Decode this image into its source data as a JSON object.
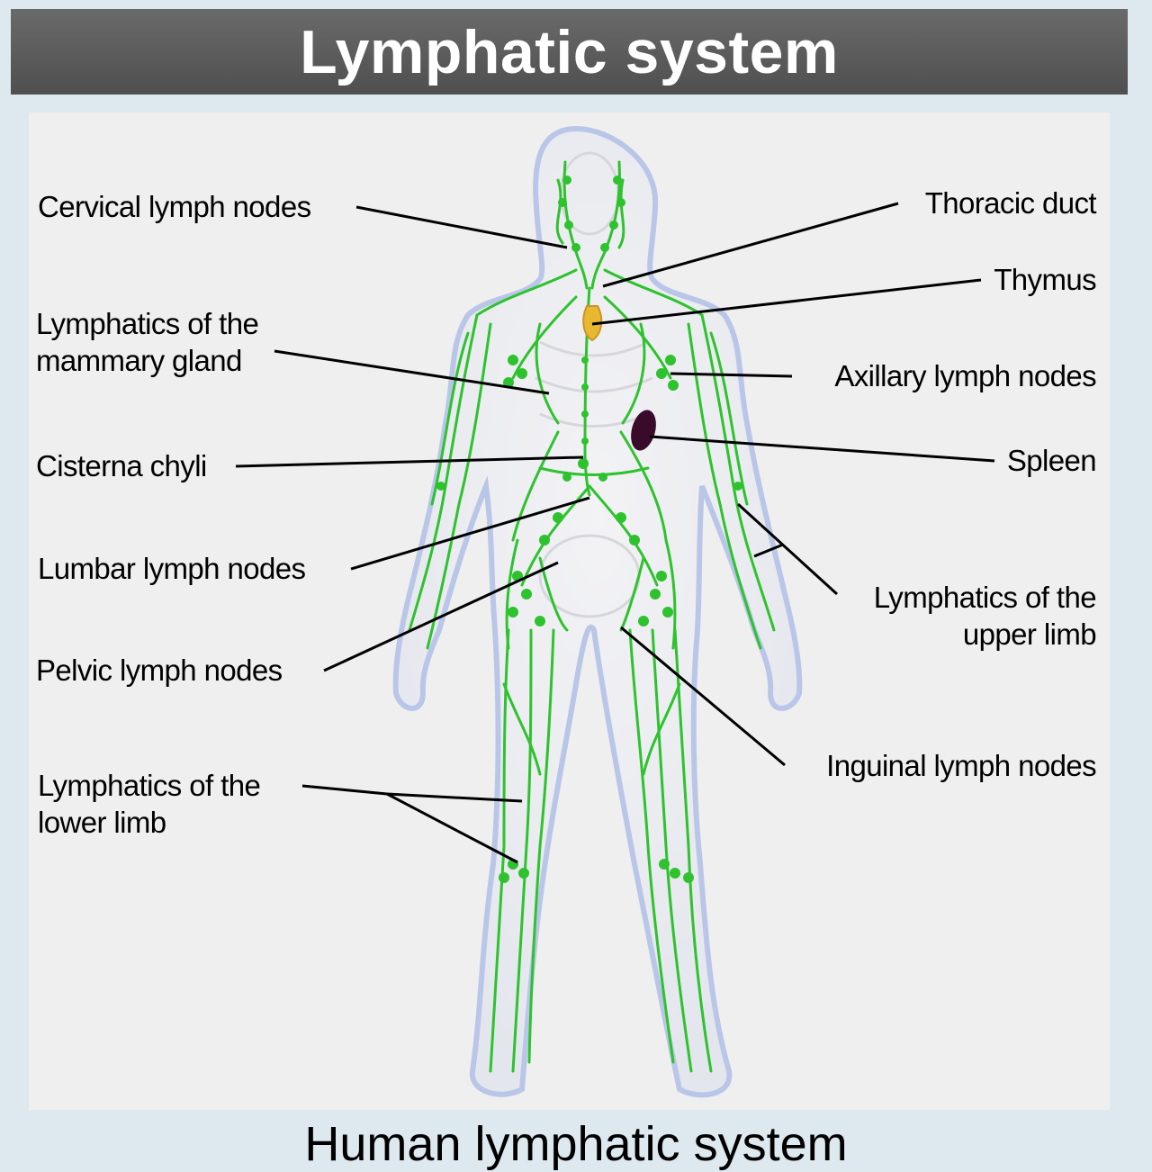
{
  "title": "Lymphatic system",
  "caption": "Human lymphatic system",
  "labels": {
    "cervical": "Cervical lymph nodes",
    "thoracic": "Thoracic duct",
    "thymus": "Thymus",
    "mammary_1": "Lymphatics of the",
    "mammary_2": "mammary gland",
    "axillary": "Axillary lymph nodes",
    "cisterna": "Cisterna chyli",
    "spleen": "Spleen",
    "lumbar": "Lumbar lymph nodes",
    "upper_limb_1": "Lymphatics of the",
    "upper_limb_2": "upper limb",
    "pelvic": "Pelvic lymph nodes",
    "inguinal": "Inguinal lymph nodes",
    "lower_limb_1": "Lymphatics of the",
    "lower_limb_2": "lower limb"
  },
  "colors": {
    "lymph": "#2fc22f",
    "thymus": "#e8b830",
    "spleen": "#3a0a2a",
    "body_outline": "#b8c4e8"
  }
}
